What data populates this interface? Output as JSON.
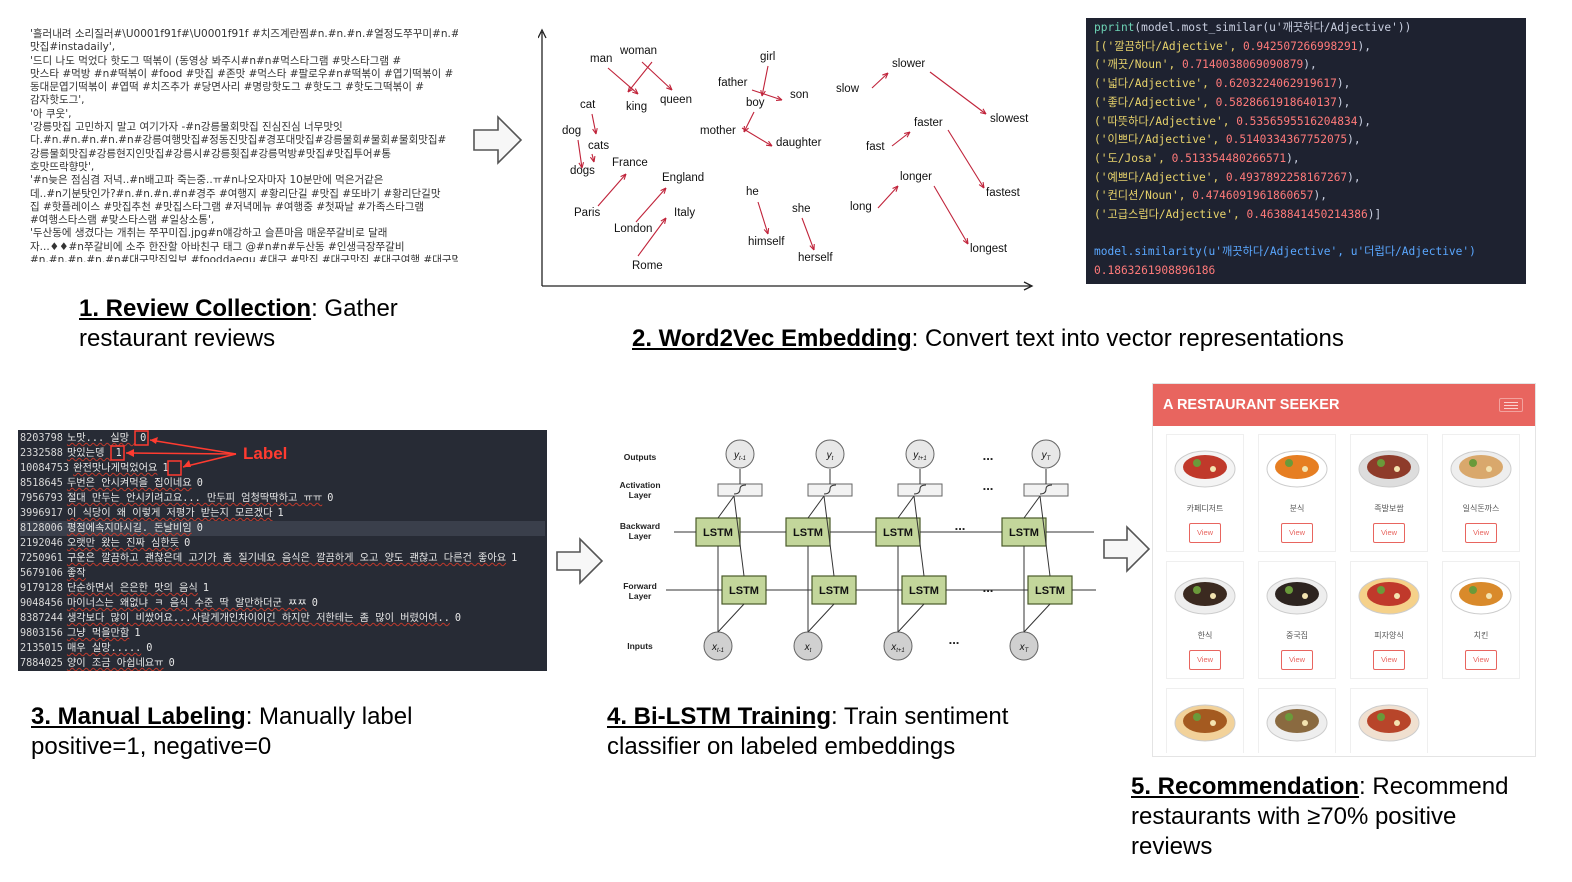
{
  "review_lines": [
    "'흘러내려 소리질러#\\U0001f91f#\\U0001f91f #치즈계란찜#n.#n.#n.#열정도쭈꾸미#n.#",
    "맛집#instadaily',",
    "'드디 나도 먹었다 핫도그 떡볶이 (동영상 봐주시#n#n#먹스타그램 #맛스타그램 #",
    "맛스타 #먹방 #n#떡볶이 #food #맛집 #존맛 #먹스타 #팔로우#n#떡볶이 #엽기떡볶이 #",
    "동대문엽기떡볶이 #엽떡 #치즈추가 #당면사리 #명랑핫도그 #핫도그 #핫도그떡볶이 #",
    "감자핫도그',",
    "'아 쿠웃',",
    "'강릉맛집 고민하지 말고 여기가자 -#n강릉물회맛집 진심진심 너무맛잇",
    "다.#n.#n.#n.#n.#n#강릉여행맛집#정동진맛집#경포대맛집#강릉물회#물회#물회맛집#",
    "강릉물회맛집#강릉현지인맛집#강릉시#강릉횟집#강릉먹방#맛집#맛집투어#통",
    "호맛뜨락향맛',",
    "'#n늦은 점심겸 저녁..#n배고파 죽는중..ㅠ#n나오자마자 10분만에 먹은거같은",
    "데..#n기분탓인가?#n.#n.#n.#n#경주 #여행지 #황리단길 #맛집 #또바기 #황리단길맛",
    "집 #핫플레이스 #맛집추천 #맛집스타그램 #저녁메뉴 #여행중 #첫짜날 #가족스타그램",
    "#여행스타스램 #맞스타스램 #일상소통',",
    "'두산동에 생겼다는 개취는 쭈꾸미집.jpg#n얘강하고 슬픈마음 매운쭈갈비로 달래",
    "자...♦♦#n쭈갈비에 소주 한잔할 아바친구 태그 @#n#n#두산동 #인생극장쭈갈비",
    "#n.#n.#n.#n.#n#대구맛집일보 #fooddaegu #대구 #맛집 #대구맛집 #대구여행 #대구먹"
  ],
  "caption1": {
    "title": "1. Review Collection",
    "rest": ": Gather",
    "line2": "restaurant reviews"
  },
  "embedding_words": [
    "man",
    "woman",
    "king",
    "queen",
    "cat",
    "dog",
    "cats",
    "dogs",
    "France",
    "England",
    "Paris",
    "London",
    "Italy",
    "Rome",
    "girl",
    "father",
    "son",
    "boy",
    "mother",
    "daughter",
    "he",
    "she",
    "himself",
    "herself",
    "slow",
    "slower",
    "slowest",
    "fast",
    "faster",
    "fastest",
    "long",
    "longer",
    "longest"
  ],
  "code": {
    "l1_fn": "pprint",
    "l1_rest": "(model.most_similar(u'깨끗하다/Adjective'))",
    "pairs": [
      {
        "w": "[('깔끔하다/Adjective', ",
        "n": "0.942507266998291",
        "e": "),"
      },
      {
        "w": " ('깨끗/Noun', ",
        "n": "0.7140038069090879",
        "e": "),"
      },
      {
        "w": " ('넓다/Adjective', ",
        "n": "0.6203224062919617",
        "e": "),"
      },
      {
        "w": " ('좋다/Adjective', ",
        "n": "0.5828661918640137",
        "e": "),"
      },
      {
        "w": " ('따뜻하다/Adjective', ",
        "n": "0.5356595516204834",
        "e": "),"
      },
      {
        "w": " ('이쁘다/Adjective', ",
        "n": "0.5140334367752075",
        "e": "),"
      },
      {
        "w": " ('도/Josa', ",
        "n": "0.513354480266571",
        "e": "),"
      },
      {
        "w": " ('예쁘다/Adjective', ",
        "n": "0.4937892258167267",
        "e": "),"
      },
      {
        "w": " ('컨디션/Noun', ",
        "n": "0.4746091961860657",
        "e": "),"
      },
      {
        "w": " ('고급스럽다/Adjective', ",
        "n": "0.4638841450214386",
        "e": ")]"
      }
    ],
    "l2": "model.similarity(u'깨끗하다/Adjective', u'더럽다/Adjective')",
    "l3": "0.1863261908896186"
  },
  "caption2": {
    "title": "2. Word2Vec Embedding",
    "rest": ":  Convert text into vector representations"
  },
  "label_rows": [
    {
      "id": "8203798",
      "tx": "노맛... 실망 ",
      "lab": "0"
    },
    {
      "id": "2332588",
      "tx": "맛있는뎅 ",
      "lab": "1"
    },
    {
      "id": "10084753",
      "tx": "완전맛나게먹었어요",
      "lab": "1"
    },
    {
      "id": "8518645",
      "tx": "두번은 안시켜먹을 집이네요",
      "lab": "0"
    },
    {
      "id": "7956793",
      "tx": "절대 만두는 안시키려고요... 만두피 엄청딱딱하고 ㅠㅠ",
      "lab": "0"
    },
    {
      "id": "3996917",
      "tx": "이 식당이 왜 이렇게 저평가 받는지 모르겠다",
      "lab": "1"
    },
    {
      "id": "8128006",
      "tx": "평점에속지마시길. 돈날비임",
      "lab": "0"
    },
    {
      "id": "2192046",
      "tx": "오랫만 왔는 진짜 심한듯",
      "lab": "0"
    },
    {
      "id": "7250961",
      "tx": "구운은 깔끔하고 괜찮은데 고기가 좀 질기네요 음식은 깔끔하게 오고 양도 괜찮고 다른건 좋아요",
      "lab": "1"
    },
    {
      "id": "5679106",
      "tx": "좋작",
      "lab": ""
    },
    {
      "id": "9179128",
      "tx": "단순하면서 은은한 맛의 음식",
      "lab": "1"
    },
    {
      "id": "9048456",
      "tx": "마이너스는 왜없냐 ㅋ 음식 수준 딱 알만하더군 ㅉㅉ",
      "lab": "0"
    },
    {
      "id": "8387244",
      "tx": "생각보다 많이 비쌌어요...사람게개인차이이긴 하지만 저한테는 좀 많이 버렸어여..",
      "lab": "0"
    },
    {
      "id": "9803156",
      "tx": "그냥 먹을만함",
      "lab": "1"
    },
    {
      "id": "2135015",
      "tx": "매우 실망.....",
      "lab": "0"
    },
    {
      "id": "7884025",
      "tx": "양이 조금 아쉽네요ㅠ",
      "lab": "0"
    }
  ],
  "label_word": "Label",
  "caption3": {
    "title": "3. Manual Labeling",
    "rest": ": Manually label",
    "line2": "positive=1, negative=0"
  },
  "lstm": {
    "layers": [
      "Outputs",
      "Activation Layer",
      "Backward Layer",
      "Forward Layer",
      "Inputs"
    ],
    "cell": "LSTM",
    "ellipsis": "..."
  },
  "caption4": {
    "title": "4. Bi-LSTM Training",
    "rest": ": Train sentiment",
    "line2": "classifier on labeled embeddings"
  },
  "app": {
    "title": "A RESTAURANT SEEKER",
    "view_label": "View",
    "categories": [
      "카페디저트",
      "분식",
      "족발보쌈",
      "일식돈까스",
      "한식",
      "중국집",
      "피자양식",
      "치킨"
    ]
  },
  "caption5": {
    "title": "5. Recommendation",
    "rest": ": Recommend",
    "line2": "restaurants with ≥70% positive",
    "line3": "reviews"
  },
  "colors": {
    "accent": "#e8655f",
    "lstm_fill": "#c3d69b",
    "code_bg": "#1e2230",
    "terminal_bg": "#272b35",
    "label_red": "#ff3b30"
  }
}
